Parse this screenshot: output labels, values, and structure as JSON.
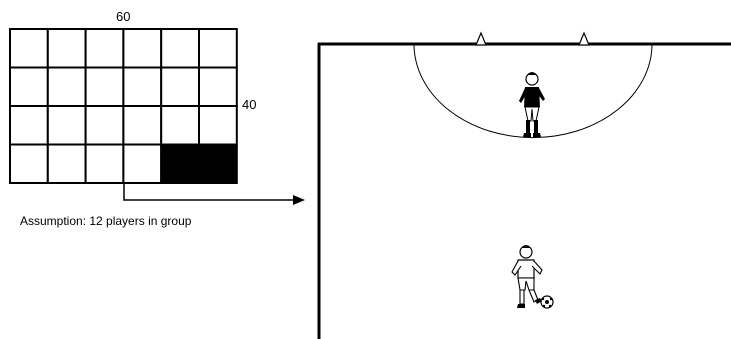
{
  "grid": {
    "top_dimension": "60",
    "side_dimension": "40",
    "rows": 4,
    "cols": 6,
    "shaded_cells": [
      [
        3,
        4
      ],
      [
        3,
        5
      ]
    ]
  },
  "note": "Assumption: 12 players in group",
  "colors": {
    "line": "#000000",
    "shade": "#000000",
    "background": "#ffffff"
  },
  "figures": {
    "goalkeeper": "goalkeeper-figure",
    "attacker": "attacker-with-ball-figure",
    "cones": [
      "cone-icon",
      "cone-icon"
    ]
  }
}
